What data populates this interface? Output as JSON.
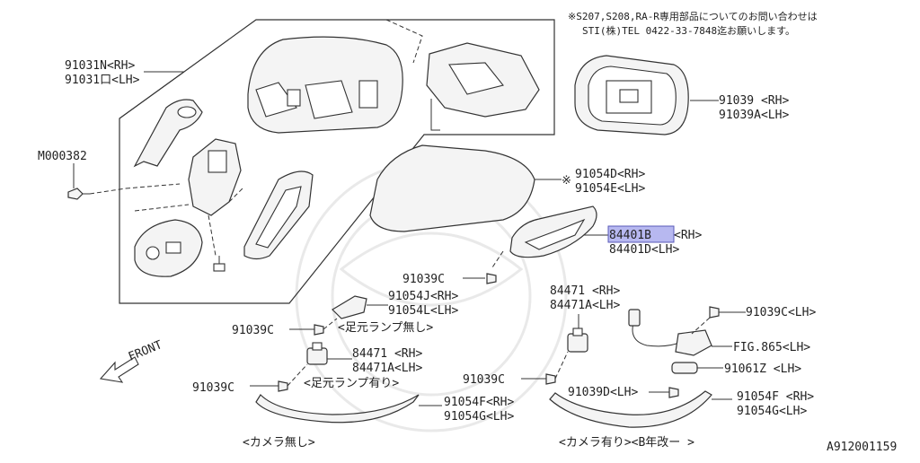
{
  "note": {
    "line1": "※S207,S208,RA-R専用部品についてのお問い合わせは",
    "line2": "STI(株)TEL 0422-33-7848迄お願いします。"
  },
  "labels": {
    "p91031n": "91031N<RH>",
    "p91031o": "91031口<LH>",
    "m000382": "M000382",
    "p91039": "91039 <RH>",
    "p91039a": "91039A<LH>",
    "p91054d": "91054D<RH>",
    "p91054e": "91054E<LH>",
    "star": "※",
    "p84401b": "84401B",
    "p84401b_rh": "<RH>",
    "p84401d": "84401D<LH>",
    "c91039c_1": "91039C",
    "p91054j": "91054J<RH>",
    "p91054l": "91054L<LH>",
    "note_lamp_none": "<足元ランプ無し>",
    "c91039c_2": "91039C",
    "p84471_l": "84471 <RH>",
    "p84471a_l": "84471A<LH>",
    "note_lamp_with": "<足元ランプ有り>",
    "c91039c_3": "91039C",
    "p84471_r": "84471 <RH>",
    "p84471a_r": "84471A<LH>",
    "c91039c_lh": "91039C<LH>",
    "fig865": "FIG.865<LH>",
    "p91061z": "91061Z <LH>",
    "c91039c_4": "91039C",
    "p91039d": "91039D<LH>",
    "p91054f_l": "91054F<RH>",
    "p91054g_l": "91054G<LH>",
    "p91054f_r": "91054F <RH>",
    "p91054g_r": "91054G<LH>",
    "front": "FRONT",
    "note_camera_none": "<カメラ無し>",
    "note_camera_with": "<カメラ有り><B年改ー >",
    "drawing_id": "A912001159"
  },
  "colors": {
    "highlight": "#b7b8f0",
    "line": "#333333"
  }
}
